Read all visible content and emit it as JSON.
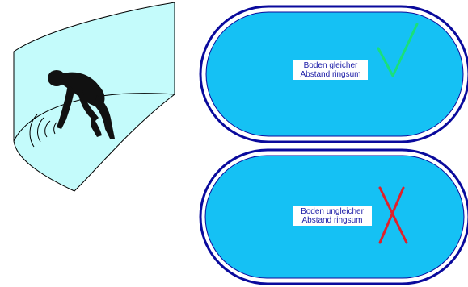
{
  "panels": [
    {
      "id": "equal-floor",
      "label_line1": "Boden gleicher",
      "label_line2": "Abstand ringsum",
      "mark": "check-icon",
      "mark_color": "#19e07a"
    },
    {
      "id": "unequal-floor",
      "label_line1": "Boden ungleicher",
      "label_line2": "Abstand ringsum",
      "mark": "cross-icon",
      "mark_color": "#e0202a"
    }
  ],
  "colors": {
    "pool_water": "#15c1f4",
    "pool_outline": "#0a0a9c",
    "wall_fill": "#c4fbfb",
    "figure": "#111111"
  }
}
